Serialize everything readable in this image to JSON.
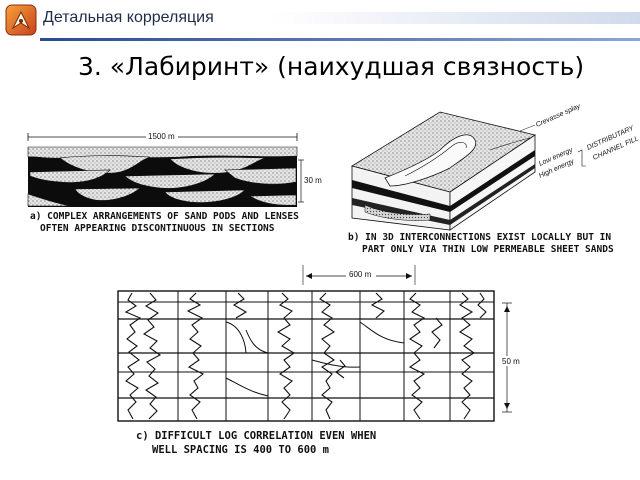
{
  "header": {
    "title": "Детальная корреляция",
    "logo_icon": "compass-logo-icon"
  },
  "slide": {
    "title": "3. «Лабиринт» (наихудшая связность)"
  },
  "figure_a": {
    "scale_width": "1500 m",
    "scale_height": "30 m",
    "caption_line1": "a) COMPLEX ARRANGEMENTS OF SAND PODS AND LENSES",
    "caption_line2": "OFTEN APPEARING DISCONTINUOUS IN SECTIONS"
  },
  "figure_b": {
    "label_crevasse": "Crevasse splay",
    "label_low": "Low energy",
    "label_high": "High energy",
    "label_channel1": "DISTRIBUTARY",
    "label_channel2": "CHANNEL FILL",
    "caption_line1": "b) IN 3D INTERCONNECTIONS EXIST LOCALLY BUT IN",
    "caption_line2": "PART ONLY VIA THIN LOW PERMEABLE SHEET SANDS"
  },
  "figure_c": {
    "scale_width": "600 m",
    "scale_height": "50 m",
    "caption_line1": "c) DIFFICULT LOG CORRELATION EVEN WHEN",
    "caption_line2": "WELL SPACING IS 400 TO 600 m"
  },
  "colors": {
    "accent": "#2a4b8d",
    "logo_orange": "#e8732a"
  }
}
